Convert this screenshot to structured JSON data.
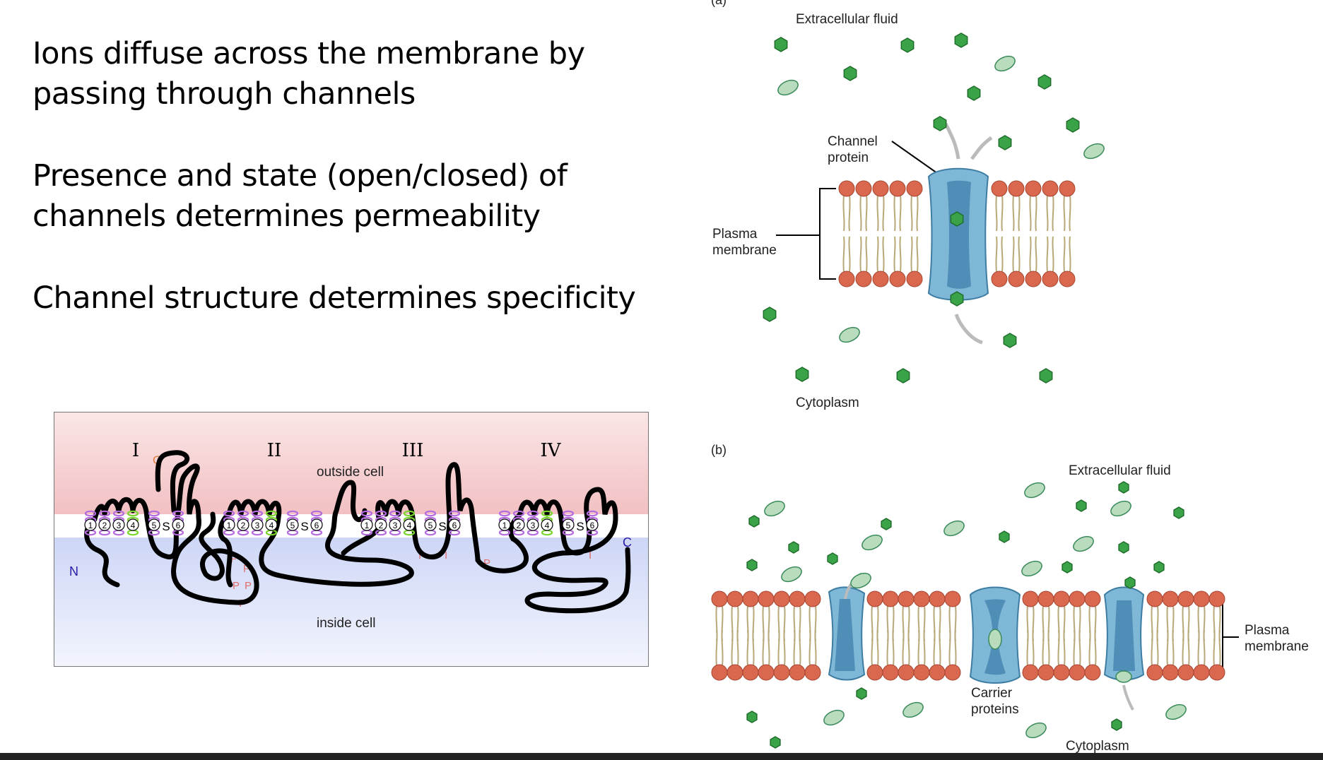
{
  "slide": {
    "bullets": [
      "Ions diffuse across the membrane by passing through channels",
      "Presence and state (open/closed) of channels determines permeability",
      "Channel structure determines specificity"
    ]
  },
  "topology_figure": {
    "domains": [
      "I",
      "II",
      "III",
      "IV"
    ],
    "outside_label": "outside cell",
    "inside_label": "inside cell",
    "n_label": "N",
    "c_label": "C",
    "glyco_label": "G",
    "phospho_label": "P",
    "inact_label": "I",
    "s_label": "S",
    "segments": [
      "1",
      "2",
      "3",
      "4",
      "5",
      "6"
    ],
    "colors": {
      "outside": "#f3c7c9",
      "inside": "#d3dbf7",
      "helix": "#b56be0",
      "sensor": "#7ad62f",
      "n_term": "#2a1aa8",
      "mod_orange": "#e07a3a",
      "mod_red": "#e0706f"
    }
  },
  "figure_a": {
    "panel_label": "(a)",
    "extracellular_label": "Extracellular fluid",
    "channel_label_1": "Channel",
    "channel_label_2": "protein",
    "membrane_label_1": "Plasma",
    "membrane_label_2": "membrane",
    "cytoplasm_label": "Cytoplasm"
  },
  "figure_b": {
    "panel_label": "(b)",
    "extracellular_label": "Extracellular fluid",
    "carrier_label_1": "Carrier",
    "carrier_label_2": "proteins",
    "membrane_label_1": "Plasma",
    "membrane_label_2": "membrane",
    "cytoplasm_label": "Cytoplasm"
  },
  "colors": {
    "lipid_head": "#d9684f",
    "channel": "#7fb7d6",
    "molecule_green": "#3aa347",
    "molecule_pale": "#b9dcbf"
  }
}
